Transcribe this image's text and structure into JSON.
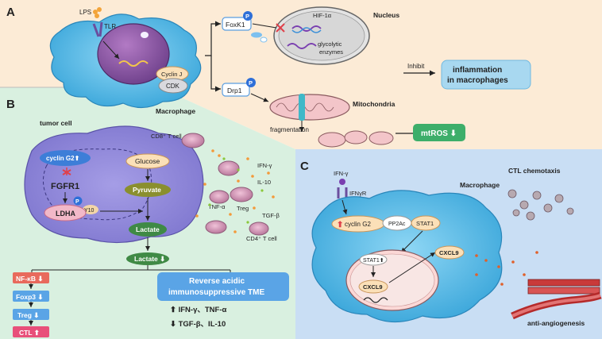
{
  "panels": {
    "a": {
      "letter": "A"
    },
    "b": {
      "letter": "B",
      "cell_label": "tumor cell"
    },
    "c": {
      "letter": "C"
    }
  },
  "panel_a": {
    "lps": "LPS",
    "tlr": "TLR",
    "cyclin_j": "Cyclin J",
    "cdk": "CDK",
    "macrophage": "Macrophage",
    "foxk1": "FoxK1",
    "p_badge": "P",
    "nucleus": "Nucleus",
    "hif": "HIF-1α",
    "glycolytic": "glycolytic",
    "enzymes": "enzymes",
    "drp1": "Drp1",
    "mitochondria": "Mitochondria",
    "fragmentation": "fragmentation",
    "inhibit": "Inhibit",
    "inflammation_line1": "inflammation",
    "inflammation_line2": "in macrophages",
    "mtros": "mtROS ⬇"
  },
  "panel_b": {
    "cd8": "CD8⁺ T cell",
    "cyclin_g2": "cyclin G2⬆",
    "fgfr1": "FGFR1",
    "p_badge": "P",
    "y10": "Y10",
    "ldha": "LDHA",
    "glucose": "Glucose",
    "pyruvate": "Pyruvate",
    "lactate": "Lactate",
    "lactate_out": "Lactate ⬇",
    "ifng": "IFN-γ",
    "il10": "IL-10",
    "tnfa": "TNF-α",
    "treg": "Treg",
    "tgfb": "TGF-β",
    "cd4": "CD4⁺ T cell",
    "nfkb": "NF-κB ⬇",
    "foxp3": "Foxp3 ⬇",
    "treg_box": "Treg ⬇",
    "ctl": "CTL ⬆",
    "reverse_line1": "Reverse acidic",
    "reverse_line2": "immunosuppressive TME",
    "effect1": "⬆ IFN-γ、TNF-α",
    "effect2": "⬇ TGF-β、IL-10"
  },
  "panel_c": {
    "ifng": "IFN-γ",
    "ifngr": "IFNγR",
    "macrophage": "Macrophage",
    "cyclin_g2": "cyclin G2",
    "pp2ac": "PP2Ac",
    "stat1": "STAT1",
    "stat1_nuc": "STAT1⬆",
    "cxcl9_nuc": "CXCL9",
    "cxcl9_out": "CXCL9",
    "ctl_chemotaxis": "CTL chemotaxis",
    "anti_angiogenesis": "anti-angiogenesis"
  },
  "colors": {
    "panel_a_bg": "#fcebd6",
    "panel_b_bg": "#d9f0e0",
    "panel_c_bg": "#c9def4",
    "macrophage_fill": "#54b8e6",
    "tumor_fill": "#8d84d8",
    "accent_red": "#e0404a",
    "box_blue": "#5aa4e6",
    "box_green": "#3dae6a",
    "olive": "#8a8f2e"
  }
}
